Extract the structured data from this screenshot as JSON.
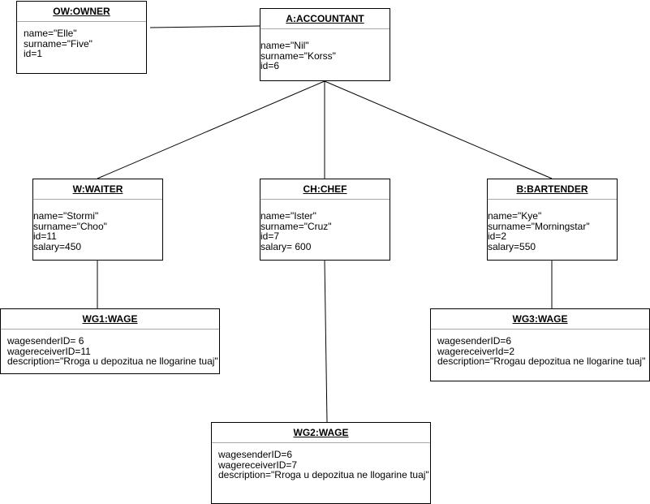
{
  "objects": {
    "owner": {
      "title": "OW:OWNER",
      "attrs": [
        "name=\"Elle\"",
        "surname=\"Five\"",
        "id=1"
      ]
    },
    "accountant": {
      "title": "A:ACCOUNTANT",
      "attrs": [
        "name=\"Nil\"",
        "surname=\"Korss\"",
        "id=6"
      ]
    },
    "waiter": {
      "title": "W:WAITER",
      "attrs": [
        "name=\"Stormi\"",
        "surname=\"Choo\"",
        "id=11",
        "salary=450"
      ]
    },
    "chef": {
      "title": "CH:CHEF",
      "attrs": [
        "name=\"Ister\"",
        "surname=\"Cruz\"",
        "id=7",
        "salary= 600"
      ]
    },
    "bartender": {
      "title": "B:BARTENDER",
      "attrs": [
        "name=\"Kye\"",
        "surname=\"Morningstar\"",
        "id=2",
        "salary=550"
      ]
    },
    "wage1": {
      "title": "WG1:WAGE",
      "attrs": [
        "wagesenderID= 6",
        "wagereceiverID=11",
        "description=\"Rroga u depozitua ne llogarine tuaj\""
      ]
    },
    "wage2": {
      "title": "WG2:WAGE",
      "attrs": [
        "wagesenderID=6",
        "wagereceiverID=7",
        "description=\"Rroga u depozitua ne llogarine tuaj\""
      ]
    },
    "wage3": {
      "title": "WG3:WAGE",
      "attrs": [
        "wagesenderID=6",
        "wagereceiverId=2",
        "description=\"Rrogau depozitua ne llogarine tuaj\""
      ]
    }
  }
}
